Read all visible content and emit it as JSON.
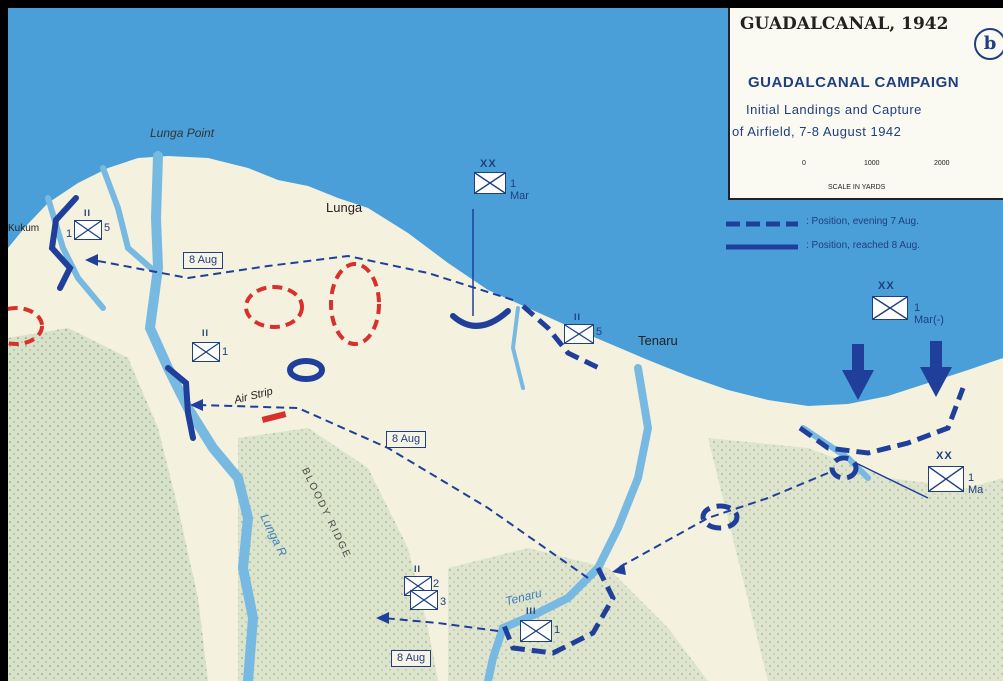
{
  "title": {
    "heading": "GUADALCANAL, 1942",
    "badge": "b",
    "campaign": "GUADALCANAL CAMPAIGN",
    "line1": "Initial Landings and Capture",
    "line2": "of Airfield, 7-8 August 1942"
  },
  "scale": {
    "ticks": [
      "0",
      "1000",
      "2000"
    ],
    "label": "SCALE IN YARDS"
  },
  "legend": {
    "evening": ": Position, evening 7 Aug.",
    "reached": ": Position, reached 8 Aug."
  },
  "places": {
    "lunga_point": "Lunga Point",
    "lunga": "Lunga",
    "kukum": "Kukum",
    "tenaru_town": "Tenaru",
    "tenaru_river": "Tenaru",
    "lunga_river": "Lunga R",
    "air_strip": "Air Strip",
    "bloody_ridge": "BLOODY RIDGE"
  },
  "date_labels": [
    "8 Aug",
    "8 Aug",
    "8 Aug"
  ],
  "units": {
    "div_1mar": {
      "echelon": "XX",
      "name": "1 Mar"
    },
    "div_1mar_minus": {
      "echelon": "XX",
      "name": "1 Mar(-)"
    },
    "div_1mar_right": {
      "echelon": "XX",
      "name": "1 Ma"
    },
    "bn_kukum": {
      "echelon": "II",
      "left": "1",
      "right": "5"
    },
    "bn_airfield": {
      "echelon": "II",
      "left": "",
      "right": "1"
    },
    "bn_tenaru": {
      "echelon": "II",
      "left": "",
      "right": "5"
    },
    "bn_south": {
      "echelon": "II",
      "left": "",
      "right": "2",
      "second": "3"
    },
    "rgt_tenaru": {
      "echelon": "III",
      "left": "",
      "right": "1"
    }
  },
  "colors": {
    "sea": "#4a9fd8",
    "river": "#78b9e2",
    "land": "#f4f1df",
    "jungle": "#c9d7bd",
    "us_blue": "#1f3f9a",
    "japanese_red": "#d8302a"
  }
}
